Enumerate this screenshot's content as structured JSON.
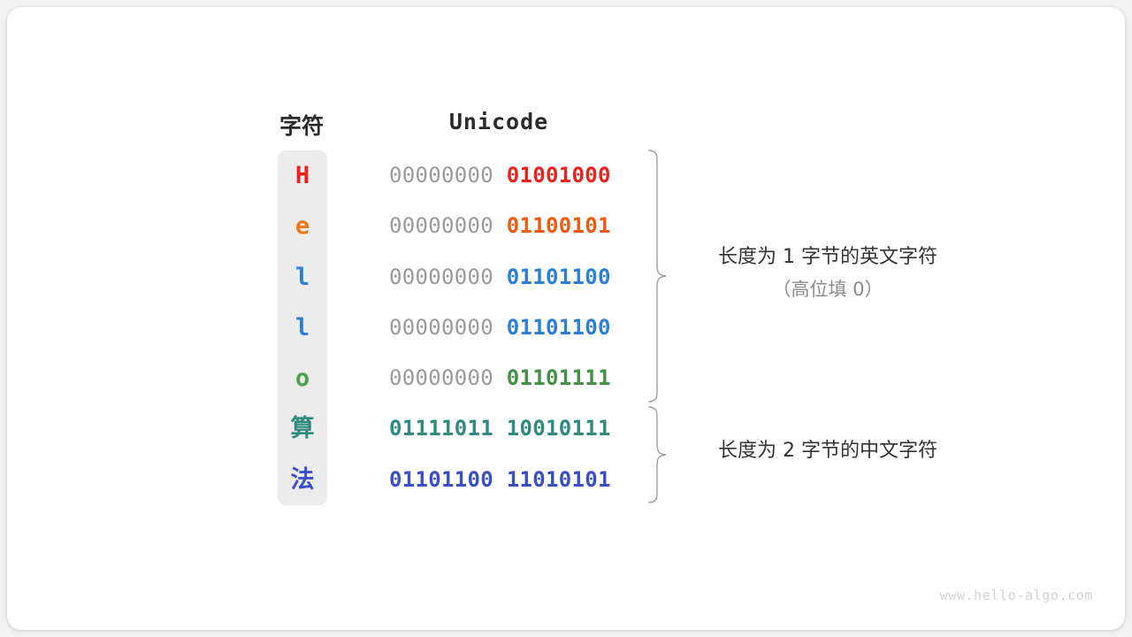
{
  "headers": {
    "character": "字符",
    "unicode": "Unicode"
  },
  "rows": [
    {
      "char": "H",
      "char_color": "#e8231c",
      "high_byte": "00000000",
      "low_byte": "01001000",
      "bits_color": "#e8231c",
      "high_byte_colored": false,
      "cjk": false
    },
    {
      "char": "e",
      "char_color": "#ee7719",
      "high_byte": "00000000",
      "low_byte": "01100101",
      "bits_color": "#ee5a14",
      "high_byte_colored": false,
      "cjk": false
    },
    {
      "char": "l",
      "char_color": "#2d7fd3",
      "high_byte": "00000000",
      "low_byte": "01101100",
      "bits_color": "#2d7fd3",
      "high_byte_colored": false,
      "cjk": false
    },
    {
      "char": "l",
      "char_color": "#2d7fd3",
      "high_byte": "00000000",
      "low_byte": "01101100",
      "bits_color": "#2d7fd3",
      "high_byte_colored": false,
      "cjk": false
    },
    {
      "char": "o",
      "char_color": "#4ca24c",
      "high_byte": "00000000",
      "low_byte": "01101111",
      "bits_color": "#468f46",
      "high_byte_colored": false,
      "cjk": false
    },
    {
      "char": "算",
      "char_color": "#2e8b7d",
      "high_byte": "01111011",
      "low_byte": "10010111",
      "bits_color": "#2e8b7d",
      "high_byte_colored": true,
      "cjk": true
    },
    {
      "char": "法",
      "char_color": "#3a4fc4",
      "high_byte": "01101100",
      "low_byte": "11010101",
      "bits_color": "#3a4fc4",
      "high_byte_colored": true,
      "cjk": true
    }
  ],
  "annotations": {
    "ascii": {
      "main": "长度为 1 字节的英文字符",
      "sub": "（高位填 0）"
    },
    "cjk": {
      "main": "长度为 2 字节的中文字符",
      "sub": ""
    }
  },
  "watermark": "www.hello-algo.com",
  "colors": {
    "strip_background": "#ececec",
    "high_byte_gray": "#9a9a9a",
    "brace_stroke": "#9e9e9e",
    "annotation_main": "#333333",
    "annotation_sub": "#8a8a8a",
    "watermark": "#d2d2d2",
    "card_background": "#ffffff",
    "page_background": "#f2f2f2"
  }
}
